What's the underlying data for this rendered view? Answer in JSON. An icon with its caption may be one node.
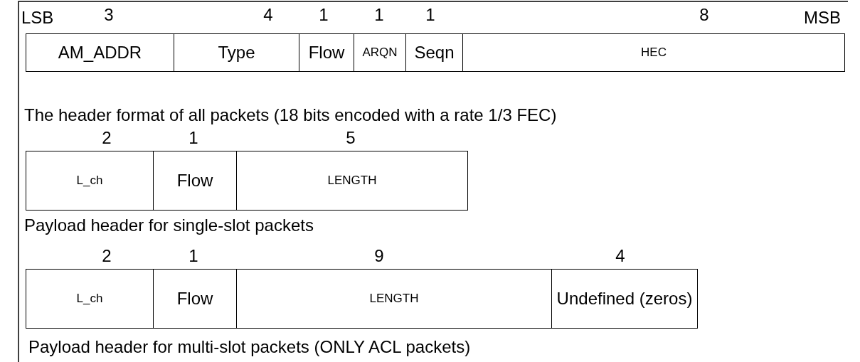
{
  "diagram": {
    "nodes": [
      {
        "text": [
          "AM_ADDR"
        ],
        "beside": [
          "3"
        ]
      },
      {
        "text": [
          "Type"
        ],
        "beside": [
          "4"
        ]
      },
      {
        "text": [
          "Flow"
        ],
        "beside": [
          "1"
        ]
      },
      {
        "text": [
          "ARQN"
        ],
        "beside": [
          "1"
        ]
      },
      {
        "text": [
          "Seqn"
        ],
        "beside": [
          "1"
        ]
      },
      {
        "text": [
          "HEC"
        ],
        "beside": [
          "8"
        ]
      },
      {
        "text": [
          "L_ch"
        ],
        "beside": [
          "2"
        ]
      },
      {
        "text": [
          "Flow"
        ],
        "beside": [
          "1"
        ]
      },
      {
        "text": [
          "LENGTH"
        ],
        "beside": [
          "5"
        ]
      },
      {
        "text": [
          "L_ch"
        ],
        "beside": [
          "2"
        ]
      },
      {
        "text": [
          "Flow"
        ],
        "beside": [
          "1"
        ]
      },
      {
        "text": [
          "LENGTH"
        ],
        "beside": [
          "9"
        ]
      },
      {
        "text": [
          "Undefined (zeros)"
        ],
        "beside": [
          "4"
        ]
      }
    ],
    "labels": [
      "LSB",
      "MSB",
      "The header format of all packets (18 bits encoded with a rate 1/3 FEC)",
      "Payload header for single-slot packets",
      "Payload header for multi-slot packets (ONLY ACL packets)"
    ]
  }
}
